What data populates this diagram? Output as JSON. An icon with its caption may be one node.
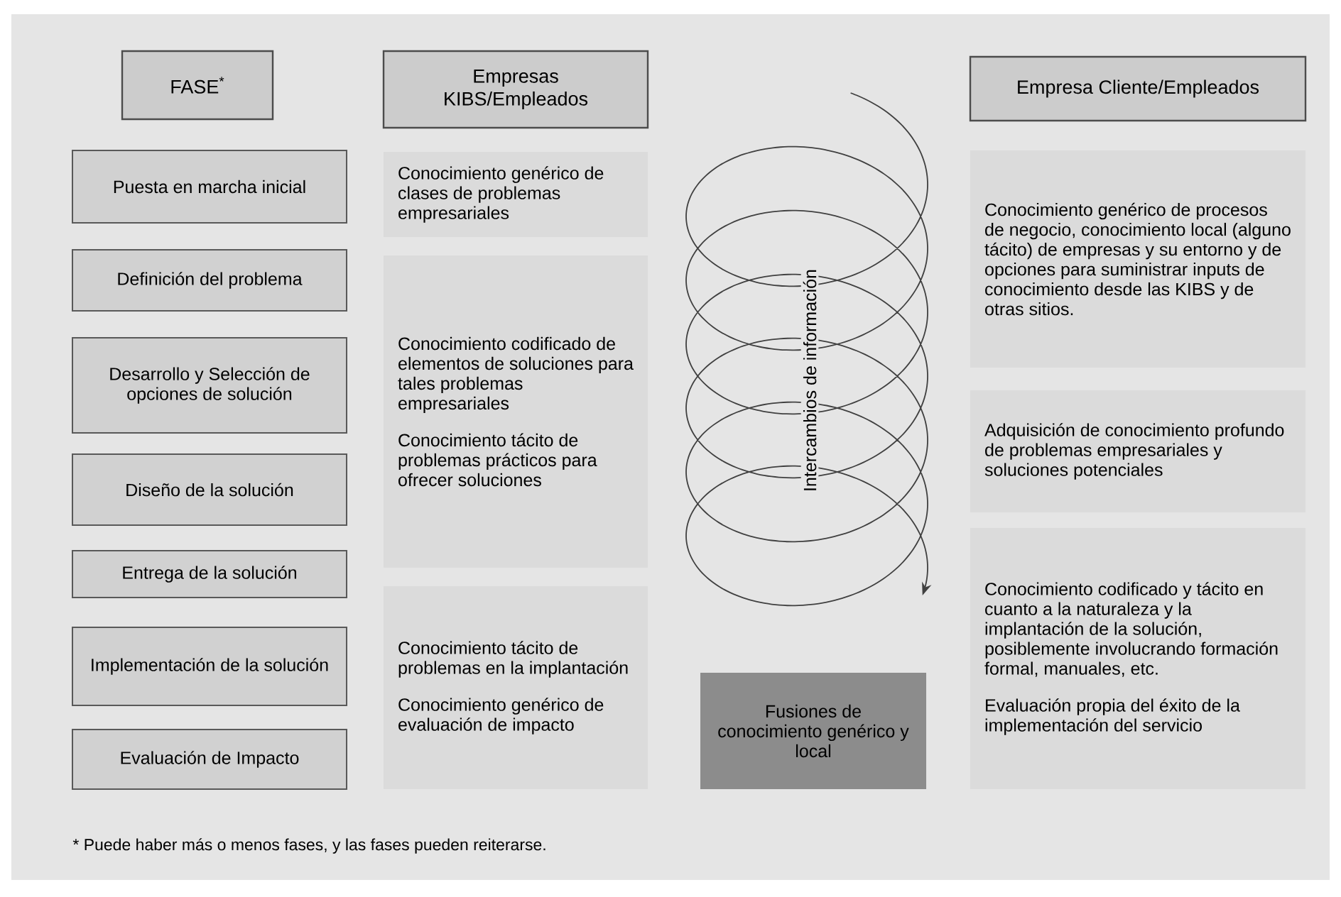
{
  "diagram": {
    "nodes": [
      {
        "text": [
          "FASE$^{*}$"
        ]
      },
      {
        "text": [
          "Empresas KIBS/Empleados"
        ]
      },
      {
        "text": [
          "Empresa Cliente/Empleados"
        ]
      },
      {
        "text": [
          "Puesta en marcha inicial"
        ]
      },
      {
        "text": [
          "Definición del problema"
        ]
      },
      {
        "text": [
          "Desarrollo y Selección de opciones de solución"
        ]
      },
      {
        "text": [
          "Diseño de la solución"
        ]
      },
      {
        "text": [
          "Entrega de la solución"
        ]
      },
      {
        "text": [
          "Implementación de la solución"
        ]
      },
      {
        "text": [
          "Evaluación de Impacto"
        ]
      },
      {
        "text": [
          "Conocimiento genérico de clases de problemas empresariales"
        ]
      },
      {
        "text": [
          "Conocimiento codificado de elementos de soluciones para tales problemas empresariales",
          "Conocimiento tácito de problemas prácticos para ofrecer soluciones"
        ]
      },
      {
        "text": [
          "Conocimiento tácito de problemas en la implantación",
          "Conocimiento genérico de evaluación de impacto"
        ]
      },
      {
        "text": [
          "Fusiones de conocimiento genérico y local"
        ]
      },
      {
        "text": [
          "Conocimiento genérico de procesos de negocio, conocimiento local (alguno tácito) de empresas y su entorno y de opciones para suministrar inputs de conocimiento desde las KIBS y de otras sitios."
        ]
      },
      {
        "text": [
          "Adquisición de conocimiento profundo de problemas empresariales y soluciones potenciales"
        ]
      },
      {
        "text": [
          "Conocimiento codificado y tácito en cuanto a la naturaleza y la implantación de la solución, posiblemente involucrando formación formal, manuales, etc.",
          "Evaluación propia del éxito de la implementación del servicio"
        ]
      }
    ],
    "labels": [
      "Intercambios de información",
      "* Puede haber más o menos fases, y las fases pueden reiterarse."
    ]
  }
}
